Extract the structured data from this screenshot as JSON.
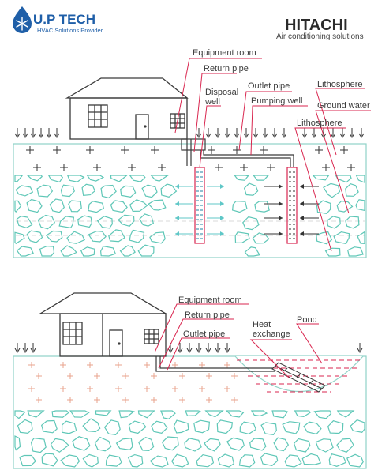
{
  "header": {
    "left_brand": "U.P TECH",
    "left_tagline": "HVAC Solutions Provider",
    "right_brand": "HITACHI",
    "right_tagline": "Air conditioning solutions"
  },
  "diagram_top": {
    "labels": {
      "equipment_room": "Equipment room",
      "return_pipe": "Return pipe",
      "outlet_pipe": "Outlet pipe",
      "disposal_well_line1": "Disposal",
      "disposal_well_line2": "well",
      "pumping_well": "Pumping well",
      "lithosphere_upper": "Lithosphere",
      "ground_water": "Ground water",
      "lithosphere_lower": "Lithosphere"
    }
  },
  "diagram_bottom": {
    "labels": {
      "equipment_room": "Equipment room",
      "return_pipe": "Return pipe",
      "outlet_pipe": "Outlet pipe",
      "heat_exchange_line1": "Heat",
      "heat_exchange_line2": "exchange",
      "pond": "Pond"
    }
  },
  "colors": {
    "brand_blue": "#1f5fa8",
    "hitachi": "#2b2b2b",
    "leader": "#d9264f",
    "rock": "#5fc7b7",
    "ground_line": "#8fd3c7",
    "house": "#3a3a3a",
    "arrow_dark": "#333333",
    "arrow_cyan": "#5fc7c7",
    "cross_pink": "#e8a38c",
    "pond_dash": "#d9264f"
  },
  "icons": {
    "logo": "snowflake-drop-icon",
    "rain": "down-arrow-icon"
  }
}
